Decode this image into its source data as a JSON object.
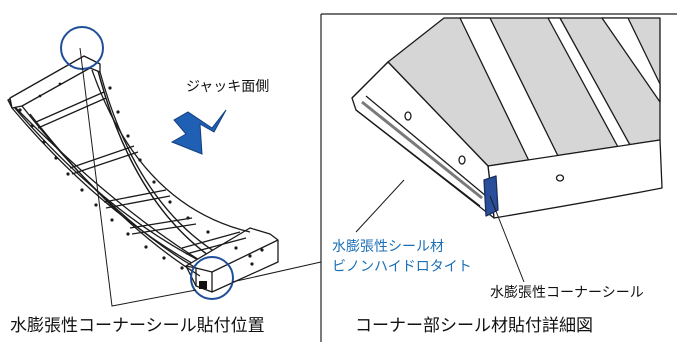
{
  "labels": {
    "jack_face": "ジャッキ面側",
    "waterproof_material_line1": "水膨張性シール材",
    "waterproof_material_line2": "ビノンハイドロタイト",
    "corner_seal": "水膨張性コーナーシール"
  },
  "captions": {
    "left": "水膨張性コーナーシール貼付位置",
    "right": "コーナー部シール材貼付詳細図"
  },
  "colors": {
    "line": "#1a1a1a",
    "accent_blue": "#1a6fb5",
    "arrow_blue": "#1f5fb4",
    "panel_gray": "#d4d4d4",
    "seal_blue": "#2a4f9a"
  }
}
